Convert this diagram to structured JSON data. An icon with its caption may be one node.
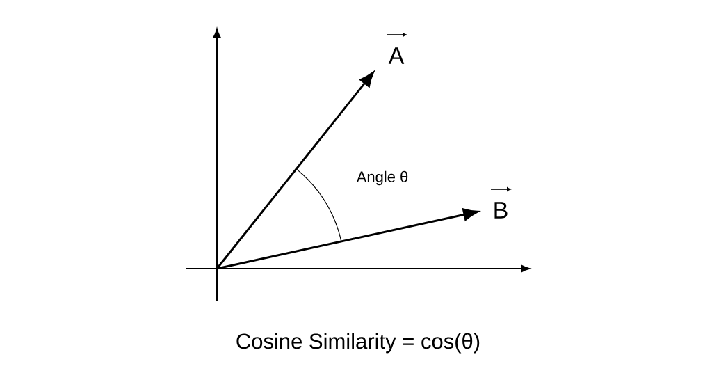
{
  "diagram": {
    "labels": [
      "A",
      "B",
      "Angle θ",
      "Cosine Similarity = cos(θ)"
    ]
  }
}
